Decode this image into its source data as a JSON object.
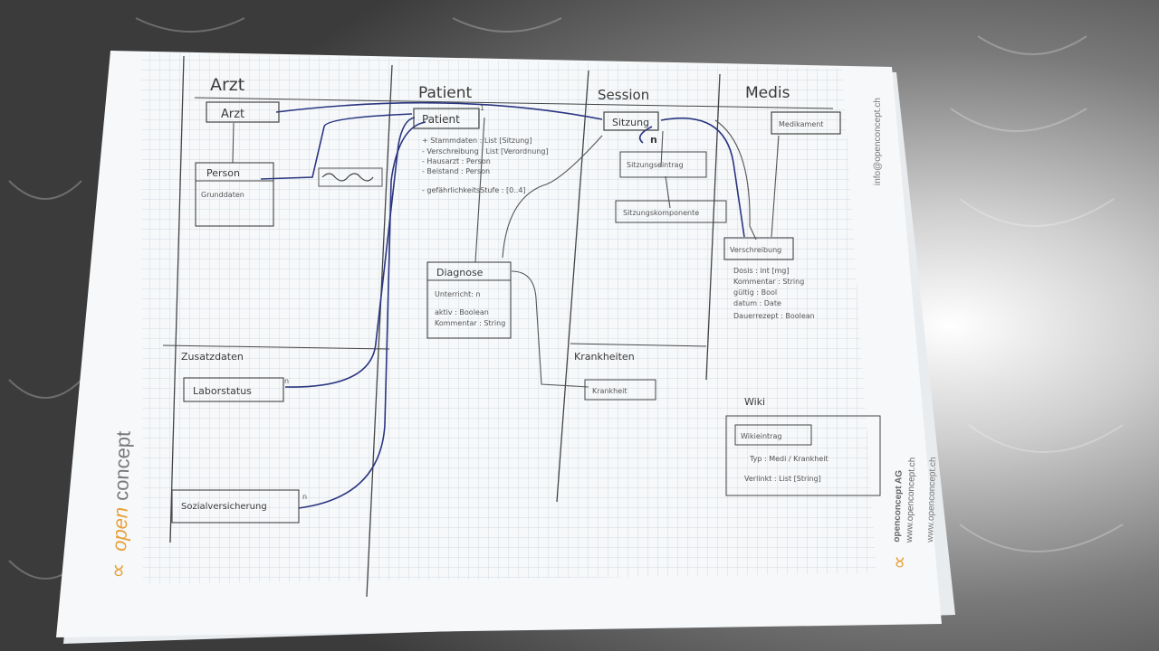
{
  "columns": {
    "arzt": "Arzt",
    "patient": "Patient",
    "session": "Session",
    "medis": "Medis"
  },
  "boxes": {
    "arzt": "Arzt",
    "patient": "Patient",
    "sitzung": "Sitzung",
    "medikament": "Medikament",
    "person": "Person",
    "grunddaten": "Grunddaten",
    "sitzungseintrag": "Sitzungseintrag",
    "sitzungskomponente": "Sitzungskomponente",
    "verschreibung": "Verschreibung",
    "diagnose": "Diagnose",
    "laborstatus": "Laborstatus",
    "krankheit": "Krankheit",
    "sozialversicherung": "Sozialversicherung",
    "wikieintrag": "Wikieintrag"
  },
  "sections": {
    "zusatzdaten": "Zusatzdaten",
    "krankheiten": "Krankheiten",
    "wiki": "Wiki"
  },
  "patient_attrs": [
    "+ Stammdaten : List [Sitzung]",
    "- Verschreibung : List [Verordnung]",
    "- Hausarzt : Person",
    "- Beistand : Person",
    "- gefährlichkeitsStufe : [0..4]"
  ],
  "diagnose_attrs": [
    "Unterricht: n",
    "aktiv : Boolean",
    "Kommentar : String"
  ],
  "verschreibung_attrs": [
    "Dosis : int [mg]",
    "Kommentar : String",
    "gültig : Bool",
    "datum : Date",
    "Dauerrezept : Boolean"
  ],
  "wiki_attrs": [
    "Typ : Medi / Krankheit",
    "Verlinkt : List [String]"
  ],
  "multiplicities": {
    "one": "1",
    "n": "n"
  },
  "brand": {
    "name_prefix": "open",
    "name_suffix": "concept",
    "company": "openconcept AG",
    "website": "www.openconcept.ch",
    "email": "info@openconcept.ch"
  },
  "colors": {
    "ink_blue": "#2a3580",
    "pencil": "#3a3a3a",
    "grid": "#c9d3db",
    "paper": "#f6f8fa",
    "brand_orange": "#e8a13a"
  }
}
